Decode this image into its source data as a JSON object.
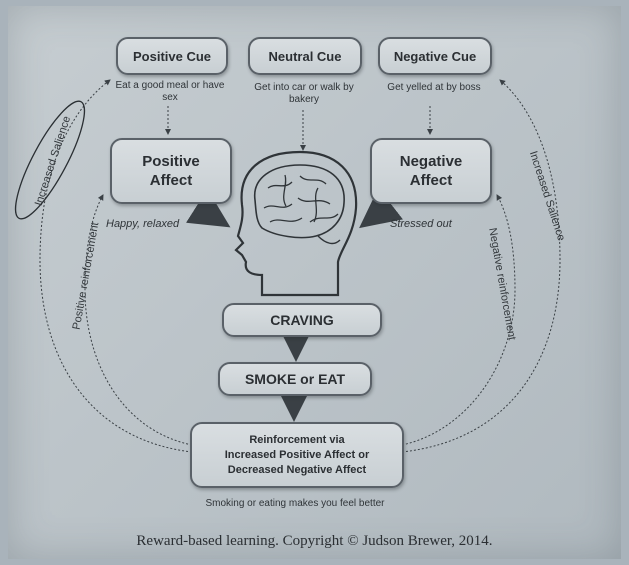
{
  "cues": {
    "positive": {
      "label": "Positive Cue",
      "example": "Eat a good meal or have sex"
    },
    "neutral": {
      "label": "Neutral Cue",
      "example": "Get into car or walk by bakery"
    },
    "negative": {
      "label": "Negative Cue",
      "example": "Get yelled at by boss"
    }
  },
  "affects": {
    "positive": {
      "line1": "Positive",
      "line2": "Affect",
      "state": "Happy, relaxed"
    },
    "negative": {
      "line1": "Negative",
      "line2": "Affect",
      "state": "Stressed out"
    }
  },
  "craving": "CRAVING",
  "smoke": "SMOKE or EAT",
  "reinforcement": {
    "line1": "Reinforcement via",
    "line2": "Increased Positive Affect or",
    "line3": "Decreased Negative Affect",
    "note": "Smoking or eating makes you feel better"
  },
  "loops": {
    "left_outer": "Increased Salience",
    "left_inner": "Positive reinforcement",
    "right_outer": "Increased Salience",
    "right_inner": "Negative reinforcement"
  },
  "footer": "Reward-based learning. Copyright © Judson Brewer, 2014.",
  "colors": {
    "ink": "#2b2f33",
    "box_border": "#5a6168",
    "box_fill": "#d4dadd",
    "paper": "#c2c9ce"
  },
  "icons": [
    "brain-head-icon",
    "arrow-down-icon"
  ]
}
